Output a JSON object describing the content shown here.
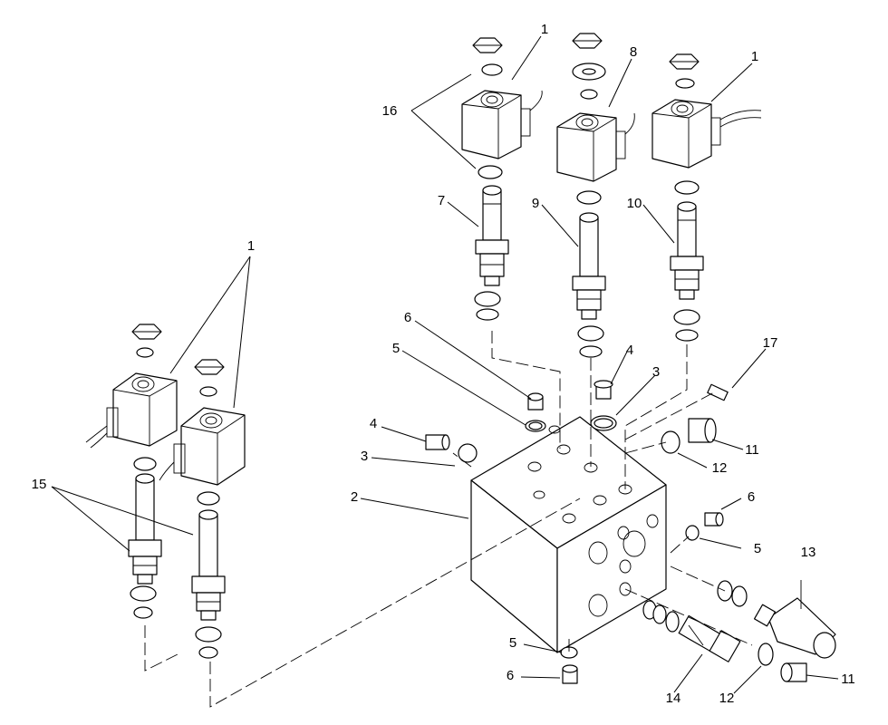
{
  "callouts": [
    "1",
    "1",
    "1",
    "16",
    "8",
    "7",
    "9",
    "10",
    "1",
    "15",
    "6",
    "5",
    "4",
    "4",
    "3",
    "3",
    "2",
    "17",
    "11",
    "12",
    "6",
    "5",
    "13",
    "5",
    "6",
    "14",
    "12",
    "11"
  ],
  "colors": {
    "line": "#000000",
    "background": "#ffffff"
  }
}
